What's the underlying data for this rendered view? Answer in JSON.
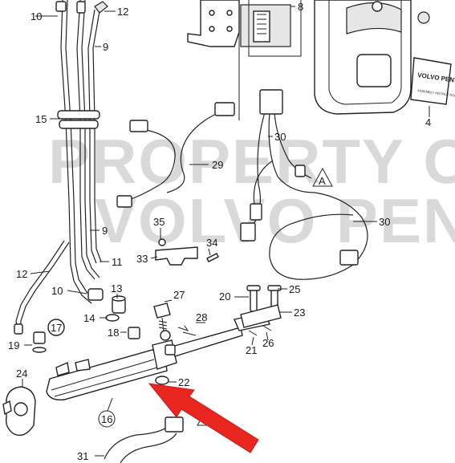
{
  "watermark": {
    "line1": "PROPERTY OF",
    "line2": "VOLVO PENTA"
  },
  "brand_logo": {
    "text": "VOLVO PENTA",
    "subtext": "ASSEMBLY INSTRUCTION"
  },
  "callouts": [
    {
      "id": "c10a",
      "text": "10"
    },
    {
      "id": "c12a",
      "text": "12"
    },
    {
      "id": "c9a",
      "text": "9"
    },
    {
      "id": "c8",
      "text": "8"
    },
    {
      "id": "c15",
      "text": "15"
    },
    {
      "id": "c30a",
      "text": "30"
    },
    {
      "id": "c29",
      "text": "29"
    },
    {
      "id": "c4",
      "text": "4"
    },
    {
      "id": "c9b",
      "text": "9"
    },
    {
      "id": "c30b",
      "text": "30"
    },
    {
      "id": "c35",
      "text": "35"
    },
    {
      "id": "c34",
      "text": "34"
    },
    {
      "id": "c33",
      "text": "33"
    },
    {
      "id": "c12b",
      "text": "12"
    },
    {
      "id": "c11",
      "text": "11"
    },
    {
      "id": "c10b",
      "text": "10"
    },
    {
      "id": "c13",
      "text": "13"
    },
    {
      "id": "c27",
      "text": "27"
    },
    {
      "id": "c20",
      "text": "20"
    },
    {
      "id": "c25",
      "text": "25"
    },
    {
      "id": "c23",
      "text": "23"
    },
    {
      "id": "c14",
      "text": "14"
    },
    {
      "id": "c28",
      "text": "28"
    },
    {
      "id": "c17",
      "text": "17"
    },
    {
      "id": "c18",
      "text": "18"
    },
    {
      "id": "c19",
      "text": "19"
    },
    {
      "id": "c21",
      "text": "21"
    },
    {
      "id": "c26",
      "text": "26"
    },
    {
      "id": "c24",
      "text": "24"
    },
    {
      "id": "c22",
      "text": "22"
    },
    {
      "id": "c16",
      "text": "16"
    },
    {
      "id": "c31",
      "text": "31"
    }
  ],
  "triangle_markers": [
    {
      "id": "triA1",
      "text": "A"
    },
    {
      "id": "triA2",
      "text": "A"
    }
  ],
  "colors": {
    "arrow": "#e8261f",
    "line": "#222222",
    "watermark": "#d9d9d9"
  }
}
